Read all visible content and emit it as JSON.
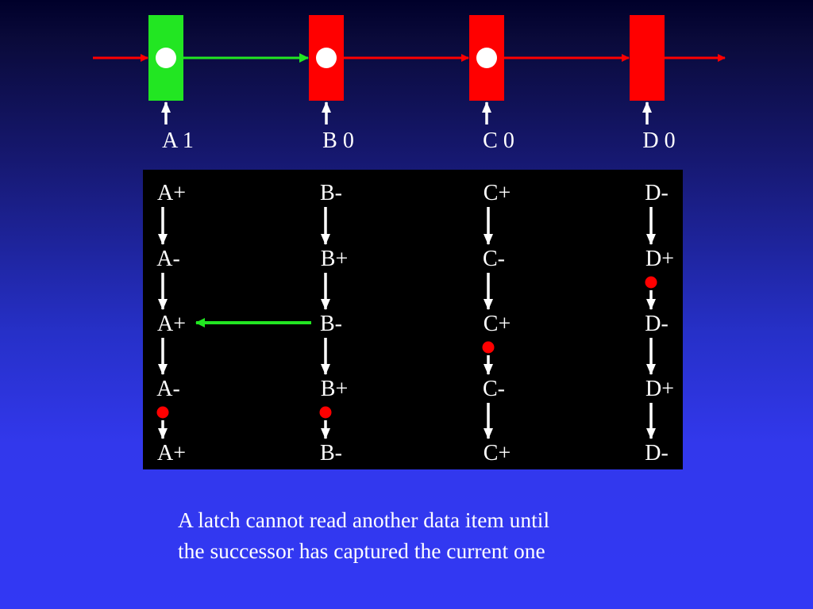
{
  "colors": {
    "green": "#22e622",
    "red": "#ff0000",
    "white": "#ffffff",
    "black": "#000000"
  },
  "latches": [
    {
      "label": "A 1",
      "state": "transparent",
      "color": "green",
      "token": true
    },
    {
      "label": "B 0",
      "state": "opaque",
      "color": "red",
      "token": true
    },
    {
      "label": "C 0",
      "state": "opaque",
      "color": "red",
      "token": true
    },
    {
      "label": "D 0",
      "state": "opaque",
      "color": "red",
      "token": false
    }
  ],
  "pipeline_arrows": [
    "red",
    "green",
    "red",
    "red",
    "red"
  ],
  "stg": {
    "columns": [
      {
        "labels": [
          "A+",
          "A-",
          "A+",
          "A-",
          "A+"
        ],
        "tokens": [
          3
        ]
      },
      {
        "labels": [
          "B-",
          "B+",
          "B-",
          "B+",
          "B-"
        ],
        "tokens": [
          3
        ]
      },
      {
        "labels": [
          "C+",
          "C-",
          "C+",
          "C-",
          "C+"
        ],
        "tokens": [
          2
        ]
      },
      {
        "labels": [
          "D-",
          "D+",
          "D-",
          "D+",
          "D-"
        ],
        "tokens": [
          1
        ]
      }
    ],
    "cross_arcs": [
      {
        "from": {
          "col": 1,
          "row": 2
        },
        "to": {
          "col": 0,
          "row": 2
        },
        "color": "green"
      }
    ]
  },
  "caption": {
    "line1": "A latch cannot read another data item until",
    "line2": "the successor has captured the current one"
  }
}
